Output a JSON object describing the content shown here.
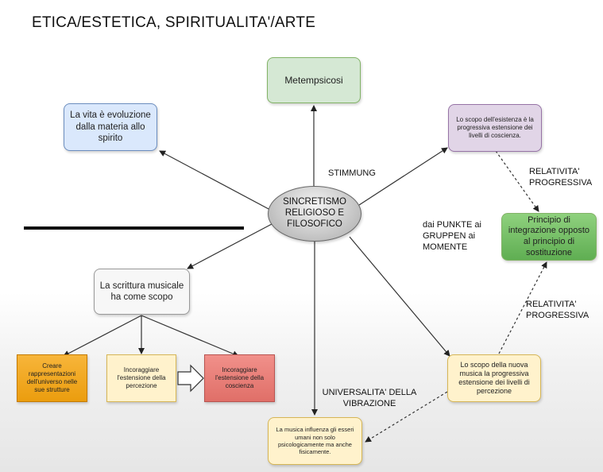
{
  "title": "ETICA/ESTETICA, SPIRITUALITA'/ARTE",
  "center": "SINCRETISMO RELIGIOSO E FILOSOFICO",
  "nodes": {
    "metempsicosi": "Metempsicosi",
    "vita": "La vita è evoluzione dalla materia allo spirito",
    "scopo_esistenza": "Lo scopo dell'esistenza è la progressiva estensione dei livelli di coscienza.",
    "principio": "Principio di integrazione opposto al principio di sostituzione",
    "scrittura": "La scrittura musicale ha come scopo",
    "creare": "Creare rappresentazioni dell'universo nelle sue strutture",
    "incoraggiare_percezione": "Incoraggiare l'estensione della percezione",
    "incoraggiare_coscienza": "Incoraggiare l'estensione della coscienza",
    "musica_influenza": "La musica influenza gli esseri umani non solo psicologicamente ma anche fisicamente.",
    "scopo_musica": "Lo scopo della nuova musica la progressiva estensione dei livelli di percezione"
  },
  "labels": {
    "stimmung": "STIMMUNG",
    "relativita_1": "RELATIVITA' PROGRESSIVA",
    "relativita_2": "RELATIVITA' PROGRESSIVA",
    "punkte": "dai PUNKTE ai GRUPPEN ai MOMENTE",
    "universalita": "UNIVERSALITA' DELLA VIBRAZIONE"
  }
}
